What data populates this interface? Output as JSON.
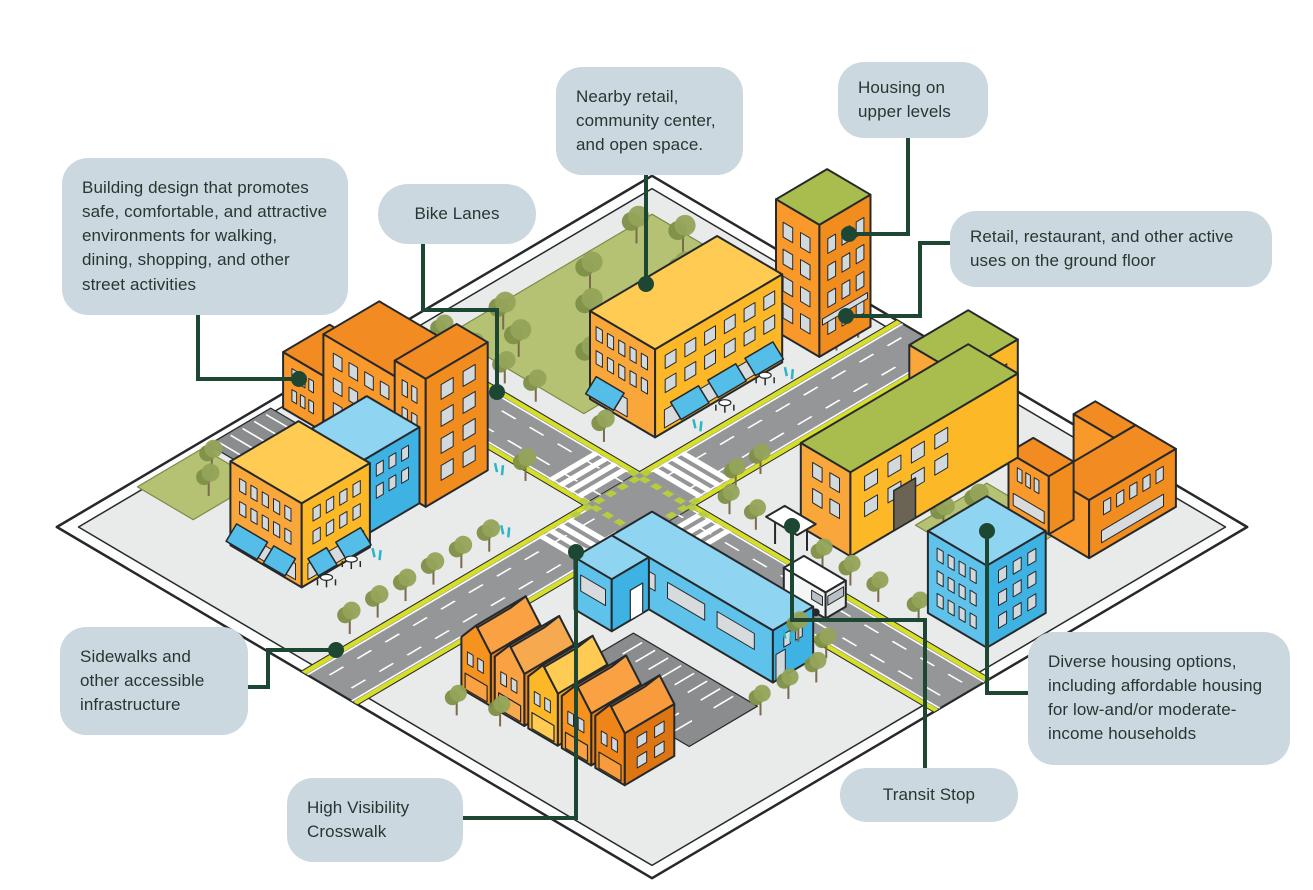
{
  "figure": {
    "kind": "isometric-neighborhood-diagram"
  },
  "palette": {
    "bubble_bg": "#ccd8df",
    "bubble_text": "#263732",
    "leader_line": "#1d4733",
    "outline": "#26292b",
    "orange_light": "#f9992c",
    "orange_dark": "#f18c1f",
    "orange_roof": "#f28b22",
    "orange_pale": "#f9a243",
    "yellow_sw": "#f9a63b",
    "yellow_se": "#fdb827",
    "yellow_roof": "#ffcb52",
    "blue_sw": "#5fc2ea",
    "blue_se": "#3fb2e4",
    "blue_roof": "#8fd5f1",
    "awning_blue": "#54bde8",
    "green_roof": "#a9bd4f",
    "grass": "#b5c173",
    "tree": "#94a45a",
    "tree_dark": "#7e8f47",
    "road": "#949698",
    "parking": "#8a8c8e",
    "sidewalk": "#e9eaea",
    "plate": "#fdfdfd",
    "bike_strip": "#d6de27",
    "bike_dash": "#b7cc3f",
    "window_glass": "#d2d9dc",
    "band": "#d7dbde",
    "white": "#ffffff",
    "teal": "#2cb5c8"
  },
  "callouts": {
    "items": [
      {
        "id": "building-design",
        "text": "Building design that promotes safe, comfortable, and attractive environments for walking, dining, shopping, and other street activities"
      },
      {
        "id": "bike-lanes",
        "text": "Bike Lanes"
      },
      {
        "id": "nearby-retail",
        "text": "Nearby retail, community center, and open space."
      },
      {
        "id": "housing-upper",
        "text": "Housing on upper levels"
      },
      {
        "id": "retail-ground",
        "text": "Retail, restaurant, and other active uses on the ground floor"
      },
      {
        "id": "sidewalks",
        "text": "Sidewalks and other accessible infrastructure"
      },
      {
        "id": "high-visibility",
        "text": "High Visibility Crosswalk"
      },
      {
        "id": "transit-stop",
        "text": "Transit Stop"
      },
      {
        "id": "diverse-housing",
        "text": "Diverse housing options, including affordable housing for low-and/or moderate-income households"
      }
    ]
  }
}
